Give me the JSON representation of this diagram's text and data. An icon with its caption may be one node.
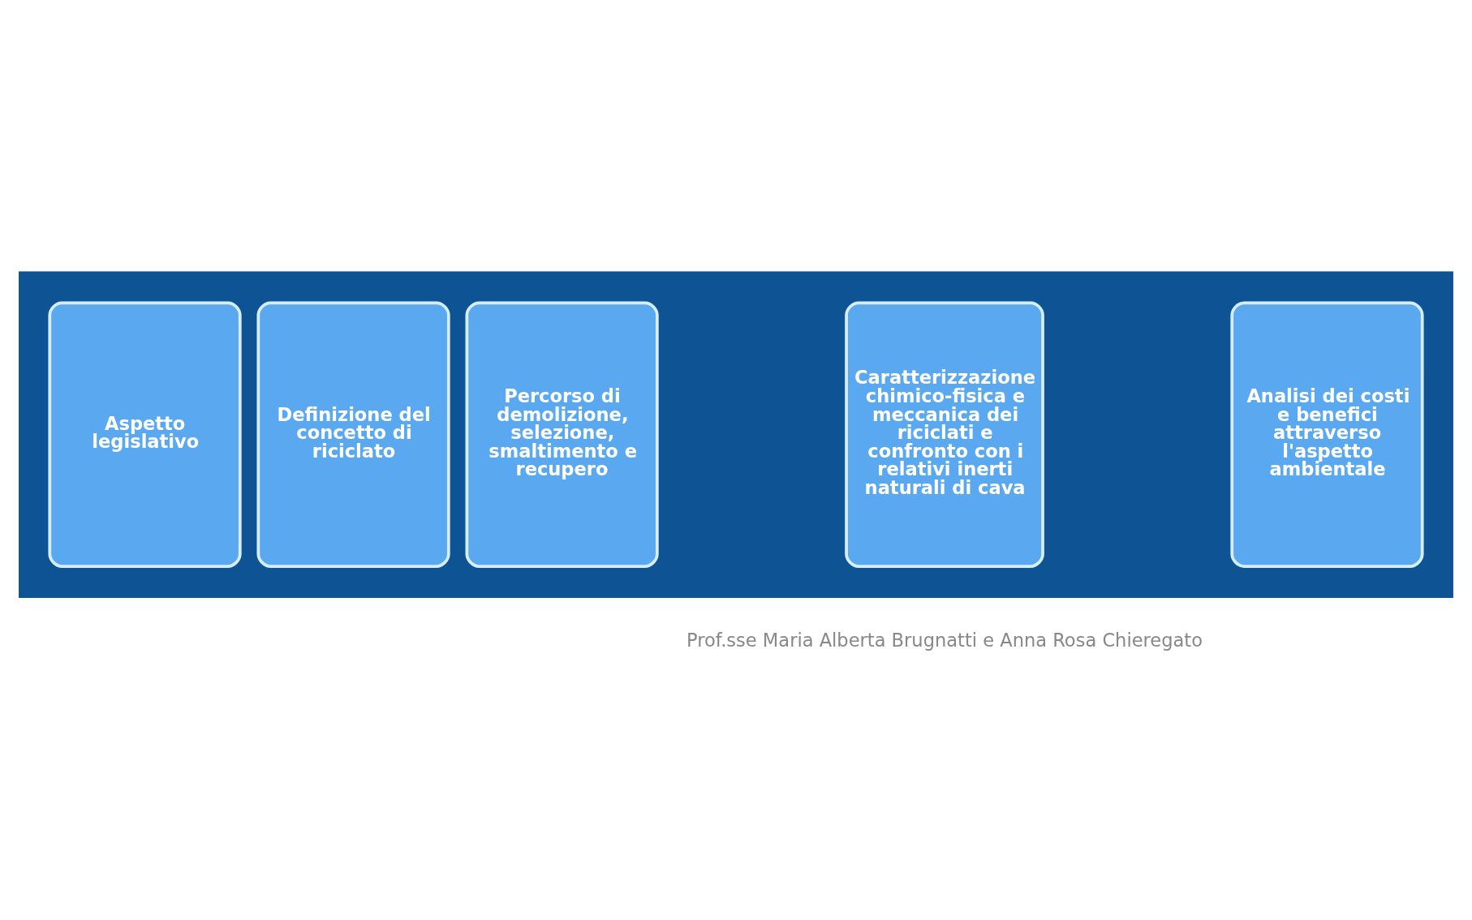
{
  "diagram": {
    "nodes": [
      {
        "text": [],
        "shape": "arrow"
      },
      {
        "text": [
          "Aspetto legislativo"
        ],
        "in": 0
      },
      {
        "text": [
          "Definizione del concetto di riciclato"
        ],
        "in": 0
      },
      {
        "text": [
          "Percorso di demolizione, selezione, smaltimento e recupero"
        ],
        "in": 0
      },
      {
        "text": [
          "Caratterizzazione chimico-fisica e meccanica dei riciclati e confronto con i relativi inerti naturali di cava"
        ],
        "in": 0
      },
      {
        "text": [
          "Analisi dei costi e benefici attraverso l'aspetto ambientale"
        ],
        "in": 0
      }
    ],
    "edges": [],
    "labels": [
      "Prof.sse Maria Alberta Brugnatti e Anna Rosa Chieregato"
    ]
  }
}
